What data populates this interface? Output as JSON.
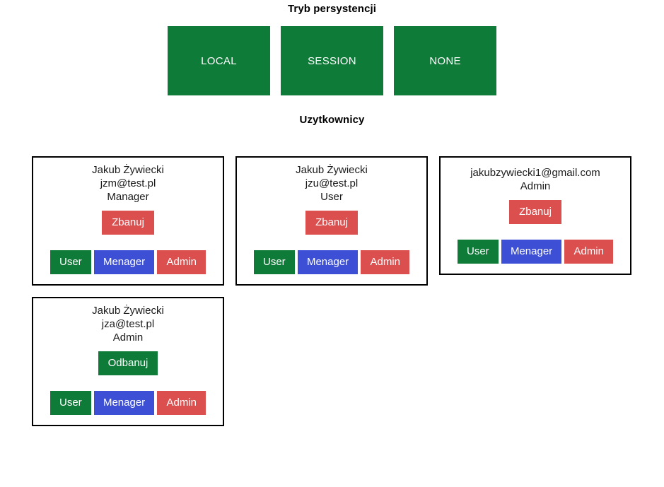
{
  "colors": {
    "green": "#0f7b38",
    "blue": "#3d4fd4",
    "red": "#db4f4f",
    "border": "#000000",
    "background": "#ffffff",
    "text": "#1a1a1a"
  },
  "persistence": {
    "title": "Tryb persystencji",
    "modes": [
      {
        "label": "LOCAL",
        "color": "#0f7b38"
      },
      {
        "label": "SESSION",
        "color": "#0f7b38"
      },
      {
        "label": "NONE",
        "color": "#0f7b38"
      }
    ]
  },
  "users_section": {
    "title": "Uzytkownicy",
    "role_buttons": [
      {
        "label": "User",
        "color": "#0f7b38"
      },
      {
        "label": "Menager",
        "color": "#3d4fd4"
      },
      {
        "label": "Admin",
        "color": "#db4f4f"
      }
    ],
    "cards": [
      {
        "name": "Jakub Żywiecki",
        "email": "jzm@test.pl",
        "role": "Manager",
        "ban": {
          "label": "Zbanuj",
          "color": "#db4f4f"
        },
        "roles": [
          {
            "label": "User",
            "color": "#0f7b38"
          },
          {
            "label": "Menager",
            "color": "#3d4fd4"
          },
          {
            "label": "Admin",
            "color": "#db4f4f"
          }
        ]
      },
      {
        "name": "Jakub Żywiecki",
        "email": "jzu@test.pl",
        "role": "User",
        "ban": {
          "label": "Zbanuj",
          "color": "#db4f4f"
        },
        "roles": [
          {
            "label": "User",
            "color": "#0f7b38"
          },
          {
            "label": "Menager",
            "color": "#3d4fd4"
          },
          {
            "label": "Admin",
            "color": "#db4f4f"
          }
        ]
      },
      {
        "name": "",
        "email": "jakubzywiecki1@gmail.com",
        "role": "Admin",
        "ban": {
          "label": "Zbanuj",
          "color": "#db4f4f"
        },
        "roles": [
          {
            "label": "User",
            "color": "#0f7b38"
          },
          {
            "label": "Menager",
            "color": "#3d4fd4"
          },
          {
            "label": "Admin",
            "color": "#db4f4f"
          }
        ]
      },
      {
        "name": "Jakub Żywiecki",
        "email": "jza@test.pl",
        "role": "Admin",
        "ban": {
          "label": "Odbanuj",
          "color": "#0f7b38"
        },
        "roles": [
          {
            "label": "User",
            "color": "#0f7b38"
          },
          {
            "label": "Menager",
            "color": "#3d4fd4"
          },
          {
            "label": "Admin",
            "color": "#db4f4f"
          }
        ]
      }
    ]
  }
}
